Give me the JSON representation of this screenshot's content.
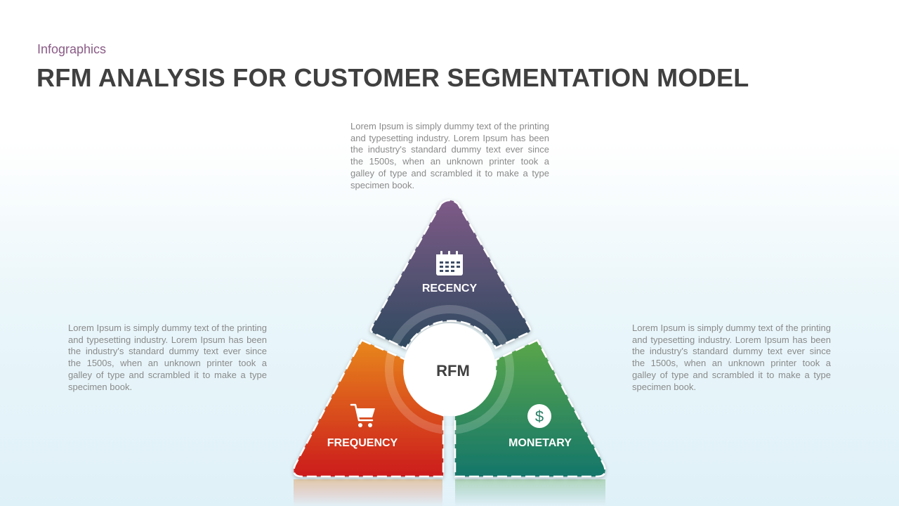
{
  "header": {
    "subtitle": "Infographics",
    "title": "RFM ANALYSIS FOR CUSTOMER SEGMENTATION MODEL"
  },
  "descriptions": {
    "top": "Lorem Ipsum is simply dummy text of the printing and typesetting industry. Lorem Ipsum has been the industry's standard dummy text ever since the 1500s, when an unknown printer took a galley of type and scrambled it to make a type specimen book.",
    "left": "Lorem Ipsum is simply dummy text of the printing and typesetting industry. Lorem Ipsum has been the industry's standard dummy text ever since the 1500s, when an unknown printer took a galley of type and scrambled it to make a type specimen book.",
    "right": "Lorem Ipsum is simply dummy text of the printing and typesetting industry. Lorem Ipsum has been the industry's standard dummy text ever since the 1500s, when an unknown printer took a galley of type and scrambled it to make a type specimen book."
  },
  "diagram": {
    "center_label": "RFM",
    "segments": [
      {
        "label": "RECENCY",
        "icon": "calendar-icon",
        "colors": [
          "#7e5a87",
          "#2f4a5f"
        ]
      },
      {
        "label": "FREQUENCY",
        "icon": "shopping-cart-icon",
        "colors": [
          "#e8871e",
          "#cc1b1b"
        ]
      },
      {
        "label": "MONETARY",
        "icon": "dollar-icon",
        "colors": [
          "#5aa64a",
          "#14766a"
        ]
      }
    ]
  }
}
